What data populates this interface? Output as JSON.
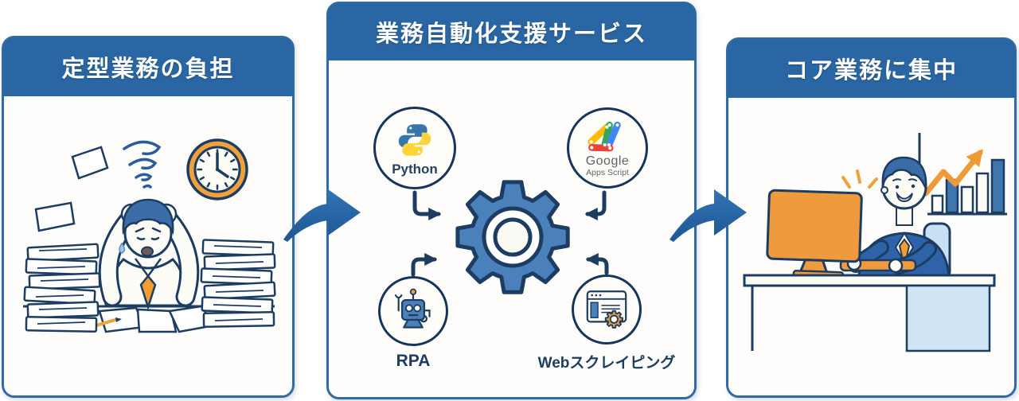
{
  "panels": {
    "left": {
      "title": "定型業務の負担"
    },
    "middle": {
      "title": "業務自動化支援サービス",
      "tools": {
        "python": {
          "label": "Python"
        },
        "gas": {
          "line1": "Google",
          "line2": "Apps Script"
        },
        "rpa": {
          "label": "RPA"
        },
        "web": {
          "label": "Webスクレイピング"
        }
      }
    },
    "right": {
      "title": "コア業務に集中"
    }
  },
  "icons": {
    "center": "gear-icon",
    "between_panels": "swoosh-arrow-icon",
    "left_panel": [
      "flying-papers-icon",
      "dizzy-swirl-icon",
      "clock-icon",
      "stressed-worker",
      "paper-stack-icon",
      "desk-papers-icon",
      "pencil-icon"
    ],
    "right_panel": [
      "sparkle-icon",
      "monitor-icon",
      "keyboard-icon",
      "happy-worker",
      "office-chair-icon",
      "bar-chart-icon",
      "trend-arrow-icon",
      "desk-icon"
    ]
  },
  "colors": {
    "header_blue": "#2a66a4",
    "panel_border": "#2f6ba6",
    "outline_navy": "#1c3c61",
    "gear_blue": "#4a81ba",
    "accent_orange": "#f09a3e",
    "light_blue": "#c7e0f4",
    "python_blue": "#3776ab",
    "python_yellow": "#ffd43b",
    "google_blue": "#4285F4",
    "google_red": "#EA4335",
    "google_yellow": "#FBBC05",
    "google_green": "#34A853",
    "google_text_gray": "#5f6368"
  }
}
